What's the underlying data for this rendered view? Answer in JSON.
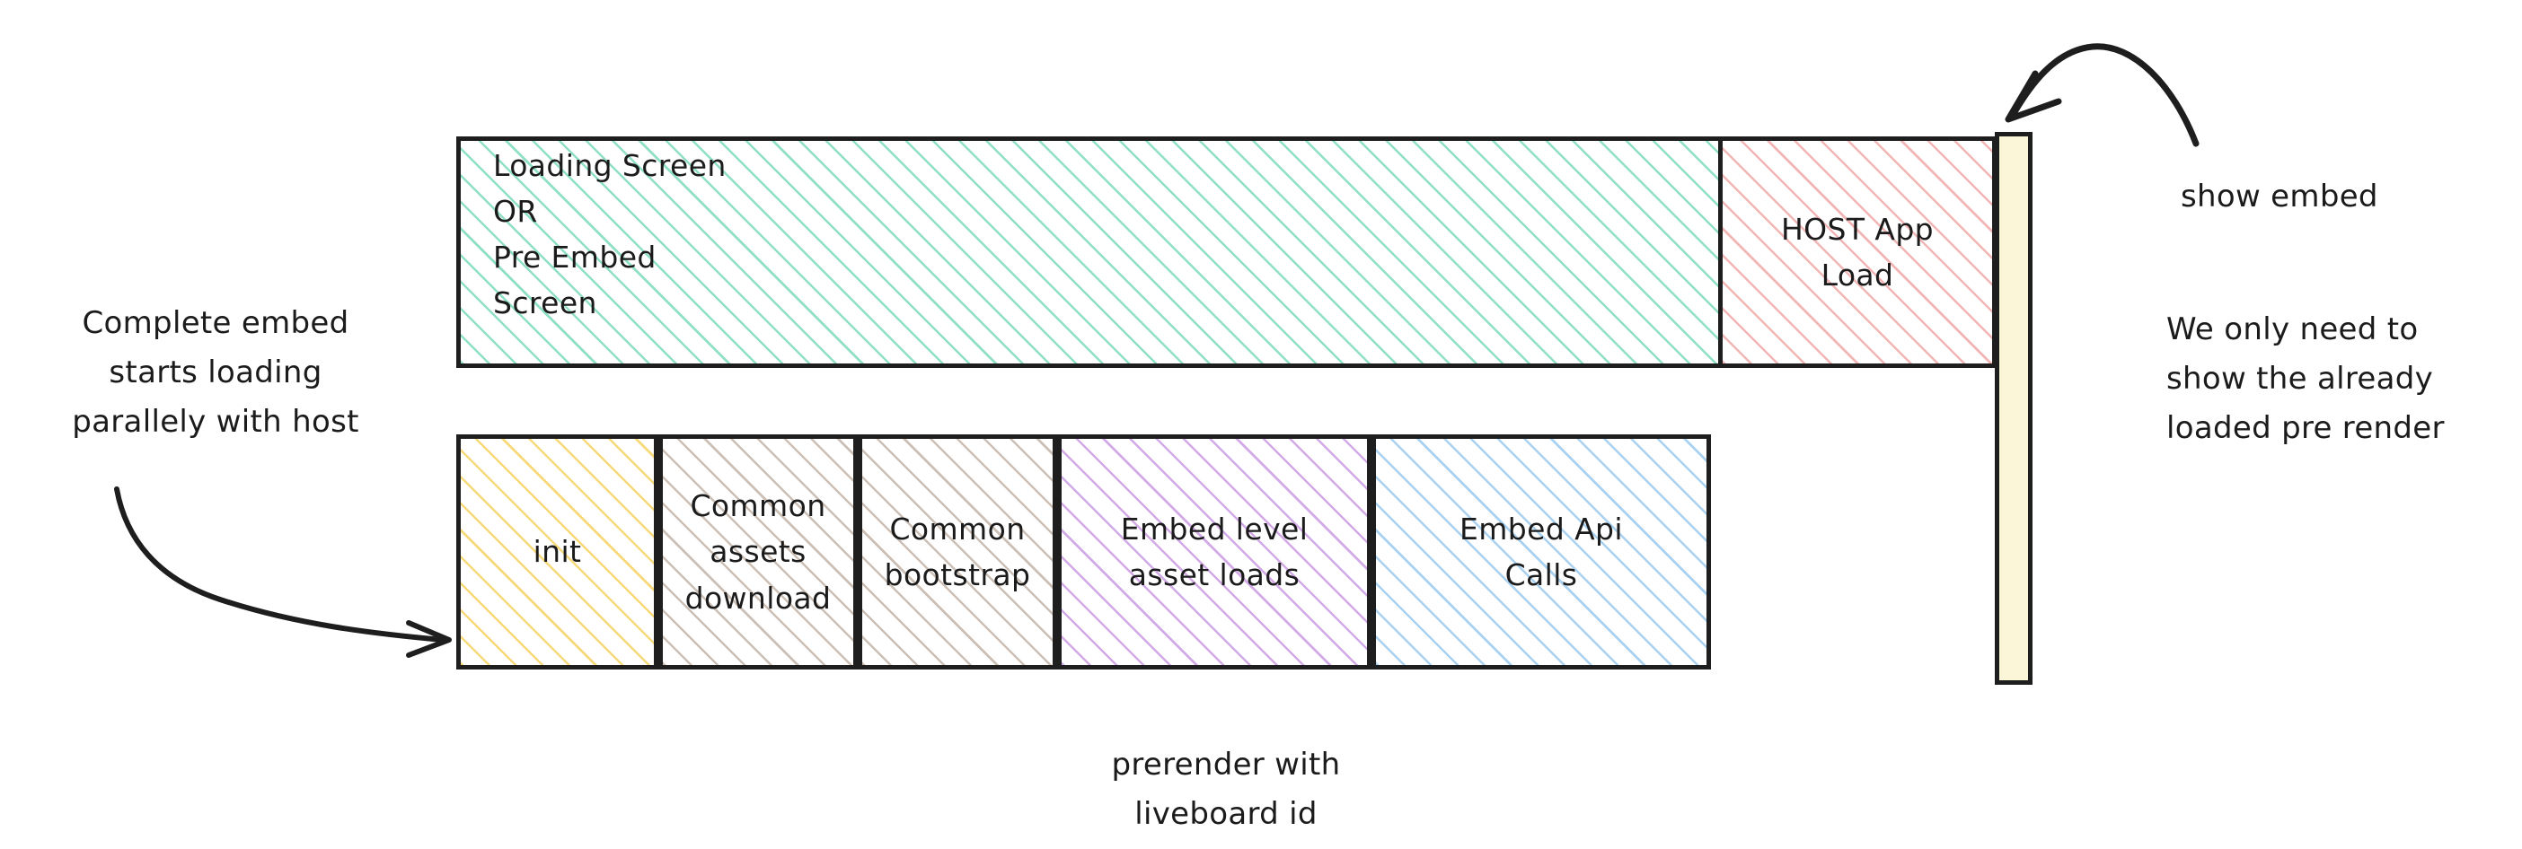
{
  "diagram": {
    "title_caption": "prerender with\nliveboard id",
    "timeline_top": {
      "segments": [
        {
          "id": "loading-screen",
          "label": "Loading Screen\nOR\nPre Embed\nScreen",
          "hatch_color": "#8fe0c4",
          "hatch_style": "h-green",
          "text_align": "left"
        },
        {
          "id": "host-app-load",
          "label": "HOST App\nLoad",
          "hatch_color": "#f2b6b6",
          "hatch_style": "h-pink",
          "text_align": "center"
        }
      ],
      "end_bar": {
        "id": "show-embed-bar",
        "label": "",
        "fill_color": "#fbf6d8"
      }
    },
    "timeline_bottom": {
      "segments": [
        {
          "id": "init",
          "label": "init",
          "hatch_color": "#f7d97a",
          "hatch_style": "h-yellow"
        },
        {
          "id": "common-assets-download",
          "label": "Common\nassets\ndownload",
          "hatch_color": "#ccc0b6",
          "hatch_style": "h-tan"
        },
        {
          "id": "common-bootstrap",
          "label": "Common\nbootstrap",
          "hatch_color": "#ccc0b6",
          "hatch_style": "h-tan"
        },
        {
          "id": "embed-level-asset-loads",
          "label": "Embed level\nasset loads",
          "hatch_color": "#d3aae8",
          "hatch_style": "h-purple"
        },
        {
          "id": "embed-api-calls",
          "label": "Embed Api\nCalls",
          "hatch_color": "#a9d2f2",
          "hatch_style": "h-blue"
        }
      ]
    },
    "annotations": {
      "left": "Complete embed\nstarts loading\nparallely with host",
      "show_embed": "show embed",
      "right_note": "We only need to\nshow the already\nloaded pre render",
      "bottom": "prerender with\nliveboard id"
    },
    "colors": {
      "stroke": "#1e1e1e",
      "background": "#ffffff",
      "text": "#1b1b1b"
    }
  }
}
